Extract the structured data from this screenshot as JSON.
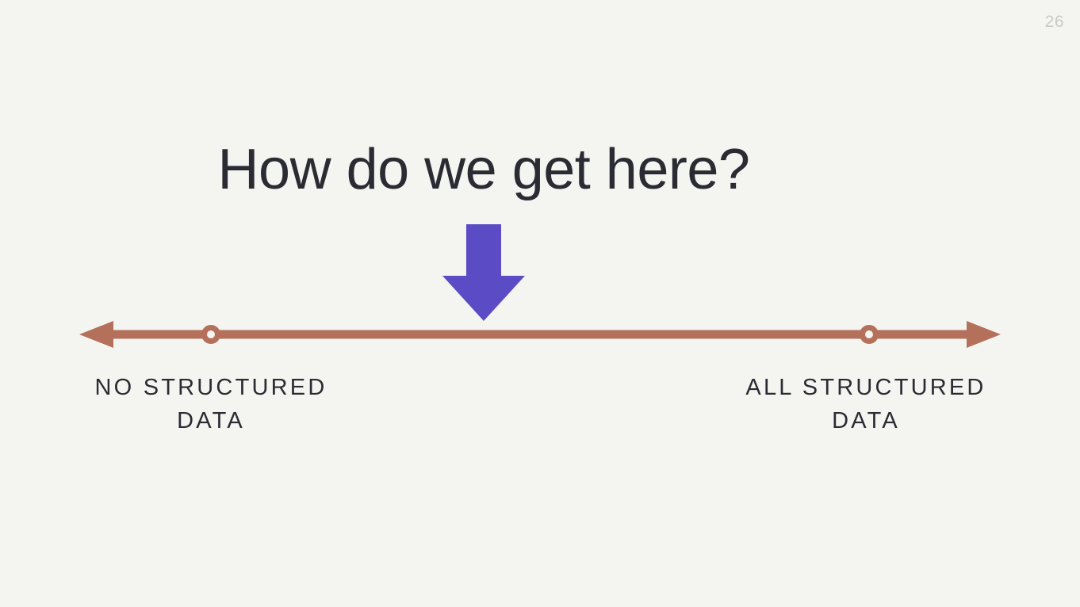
{
  "slide": {
    "page_number": "26",
    "title": "How do we get here?",
    "background_color": "#f4f5f0",
    "title_color": "#2b2b33",
    "accent_color": "#b5705c",
    "arrow_color": "#5b4bc4",
    "page_number_color": "#c9cac4"
  },
  "diagram": {
    "type": "spectrum-axis",
    "pointer_icon": "down-arrow-icon",
    "axis": {
      "line_color": "#b5705c",
      "left_arrowhead": "arrow-left-icon",
      "right_arrowhead": "arrow-right-icon",
      "markers": [
        {
          "name": "left-endpoint-marker",
          "position_pct": 0
        },
        {
          "name": "right-endpoint-marker",
          "position_pct": 100
        }
      ]
    },
    "endpoints": [
      {
        "id": "no-structured-data",
        "line1": "NO STRUCTURED",
        "line2": "DATA"
      },
      {
        "id": "all-structured-data",
        "line1": "ALL STRUCTURED",
        "line2": "DATA"
      }
    ]
  }
}
